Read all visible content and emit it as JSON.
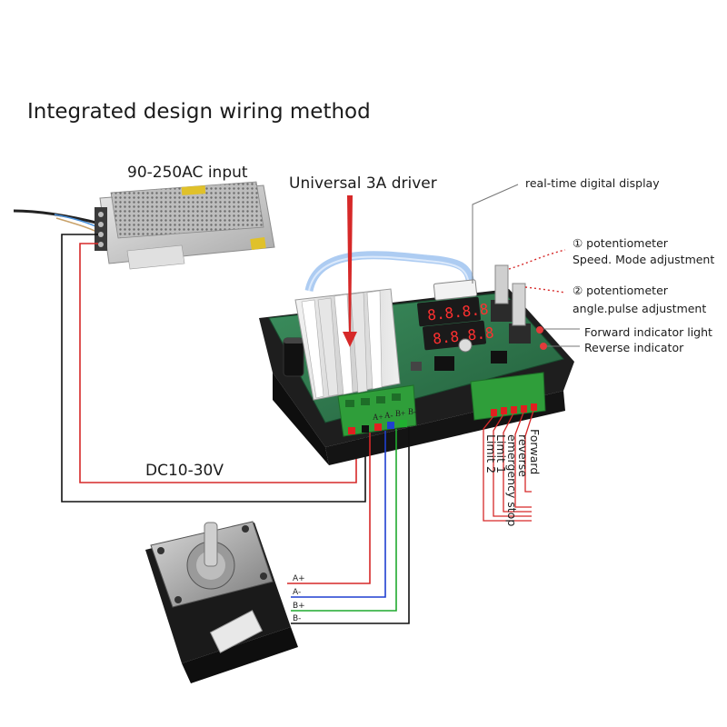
{
  "title": "Integrated design wiring method",
  "psu": {
    "label": "90-250AC input"
  },
  "driver": {
    "label": "Universal 3A driver"
  },
  "dc_label": "DC10-30V",
  "callouts": {
    "display": "real-time digital display",
    "pot1_title": "① potentiometer",
    "pot1_desc": "Speed. Mode adjustment",
    "pot2_title": "② potentiometer",
    "pot2_desc": "angle.pulse adjustment",
    "forward_led": "Forward indicator light",
    "reverse_led": "Reverse indicator"
  },
  "motor_terminals": [
    "A+",
    "A-",
    "B+",
    "B-"
  ],
  "control_terminals": [
    "Limit 2",
    "Limit 1",
    "emergency stop",
    "reverse",
    "Forward"
  ],
  "wire_labels": [
    "A+",
    "A-",
    "B+",
    "B-"
  ],
  "colors": {
    "red_wire": "#d62828",
    "black_wire": "#111111",
    "blue_wire": "#1f3fd1",
    "green_wire": "#1faa2e",
    "terminal_green": "#2f9e3a",
    "pcb_green": "#2f7d4f"
  }
}
